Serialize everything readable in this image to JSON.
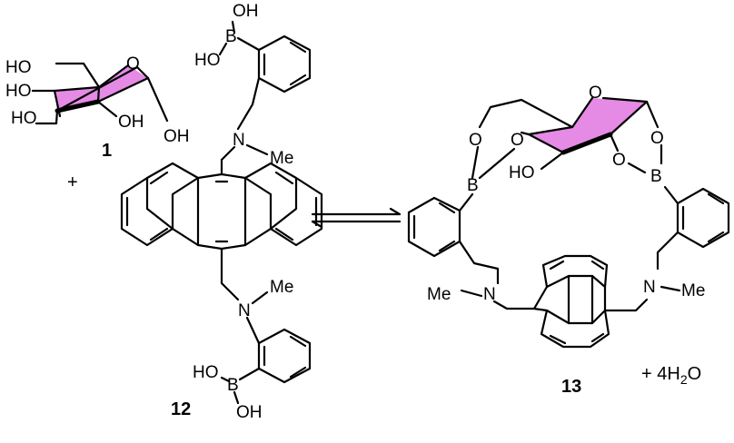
{
  "colors": {
    "sugar_ring_fill": "#e58ae5",
    "bond": "#000000",
    "background": "#ffffff"
  },
  "compounds": {
    "sugar": {
      "label": "1",
      "atoms": {
        "ring_o": "O",
        "ho_c6": "HO",
        "ho_c4": "HO",
        "ho_c3": "HO",
        "oh_c2": "OH",
        "oh_c1": "OH"
      }
    },
    "diboronic_acid": {
      "label": "12",
      "atoms": {
        "b_top": "B",
        "oh_top": "OH",
        "ho_top": "HO",
        "n_top": "N",
        "me_top": "Me",
        "n_bottom": "N",
        "me_bottom": "Me",
        "b_bottom": "B",
        "ho_bottom": "HO",
        "oh_bottom": "OH"
      }
    },
    "complex": {
      "label": "13",
      "atoms": {
        "ring_o": "O",
        "o_c6": "O",
        "o_c4": "O",
        "b_left": "B",
        "ho_c3": "HO",
        "o_c2": "O",
        "o_c1": "O",
        "b_right": "B",
        "n_left": "N",
        "me_left": "Me",
        "n_right": "N",
        "me_right": "Me"
      }
    }
  },
  "operators": {
    "plus_reactants": "+",
    "byproduct_plus": "+ 4H",
    "byproduct_sub": "2",
    "byproduct_tail": "O"
  },
  "arrow": {
    "type": "equilibrium"
  }
}
